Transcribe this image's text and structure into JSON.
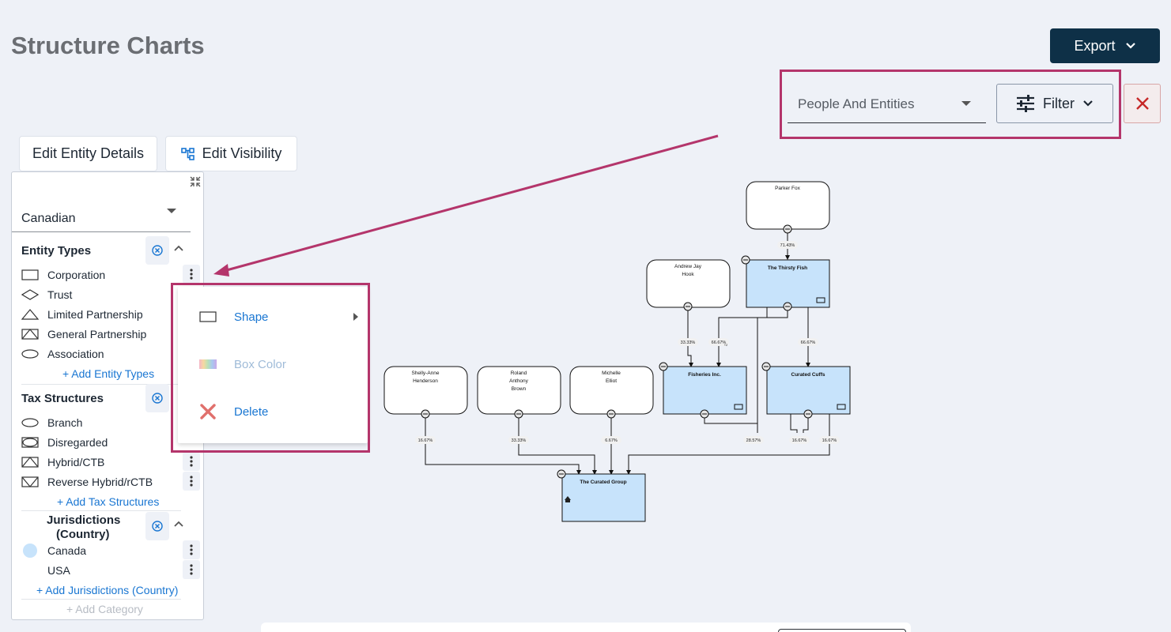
{
  "page": {
    "title": "Structure Charts"
  },
  "toolbar": {
    "export_label": "Export",
    "view_select_value": "People And Entities",
    "filter_label": "Filter"
  },
  "tabs": {
    "edit_entity_details": "Edit Entity Details",
    "edit_visibility": "Edit Visibility"
  },
  "legend_panel": {
    "category_value": "Canadian",
    "entity_types": {
      "title": "Entity Types",
      "items": [
        "Corporation",
        "Trust",
        "Limited Partnership",
        "General Partnership",
        "Association"
      ],
      "add_label": "+ Add Entity Types"
    },
    "tax_structures": {
      "title": "Tax Structures",
      "items": [
        "Branch",
        "Disregarded",
        "Hybrid/CTB",
        "Reverse Hybrid/rCTB"
      ],
      "add_label": "+ Add Tax Structures"
    },
    "jurisdictions": {
      "title_line1": "Jurisdictions",
      "title_line2": "(Country)",
      "items": [
        "Canada",
        "USA"
      ],
      "add_label": "+ Add Jurisdictions (Country)",
      "canada_color": "#c7e3fb"
    },
    "add_category_label": "+ Add Category"
  },
  "context_menu": {
    "shape_label": "Shape",
    "box_color_label": "Box Color",
    "delete_label": "Delete"
  },
  "chart": {
    "nodes": {
      "parker_fox": [
        "Parker Fox"
      ],
      "andrew_jay_hook": [
        "Andrew Jay",
        "Hook"
      ],
      "thirsty_fish": [
        "The Thirsty Fish"
      ],
      "shelly_anne_henderson": [
        "Shelly-Anne",
        "Henderson"
      ],
      "roland_anthony_brown": [
        "Roland",
        "Anthony",
        "Brown"
      ],
      "michelle_elliot": [
        "Michelle",
        "Elliot"
      ],
      "fisheries_inc": [
        "Fisheries Inc."
      ],
      "curated_cuffs": [
        "Curated Cuffs"
      ],
      "curated_group": [
        "The Curated Group"
      ]
    },
    "edge_labels": {
      "parker_to_thirsty": "71.43%",
      "andrew_to_fisheries": "33.33%",
      "thirsty_to_fisheries": "66.67%",
      "thirsty_to_fisheries_badge": "+2",
      "thirsty_to_cuffs": "66.67%",
      "shelly_to_group": "16.67%",
      "roland_to_group": "33.33%",
      "michelle_to_group": "6.67%",
      "fisheries_to_group": "28.57%",
      "cuffs_to_group_a": "16.67%",
      "cuffs_to_group_b": "16.67%"
    },
    "colors": {
      "entity_fill": "#c7e3fb",
      "person_fill": "#ffffff"
    }
  },
  "colors": {
    "highlight": "#b4356b",
    "primary_dark": "#0e3047",
    "link": "#1976d2",
    "danger": "#c62828"
  }
}
